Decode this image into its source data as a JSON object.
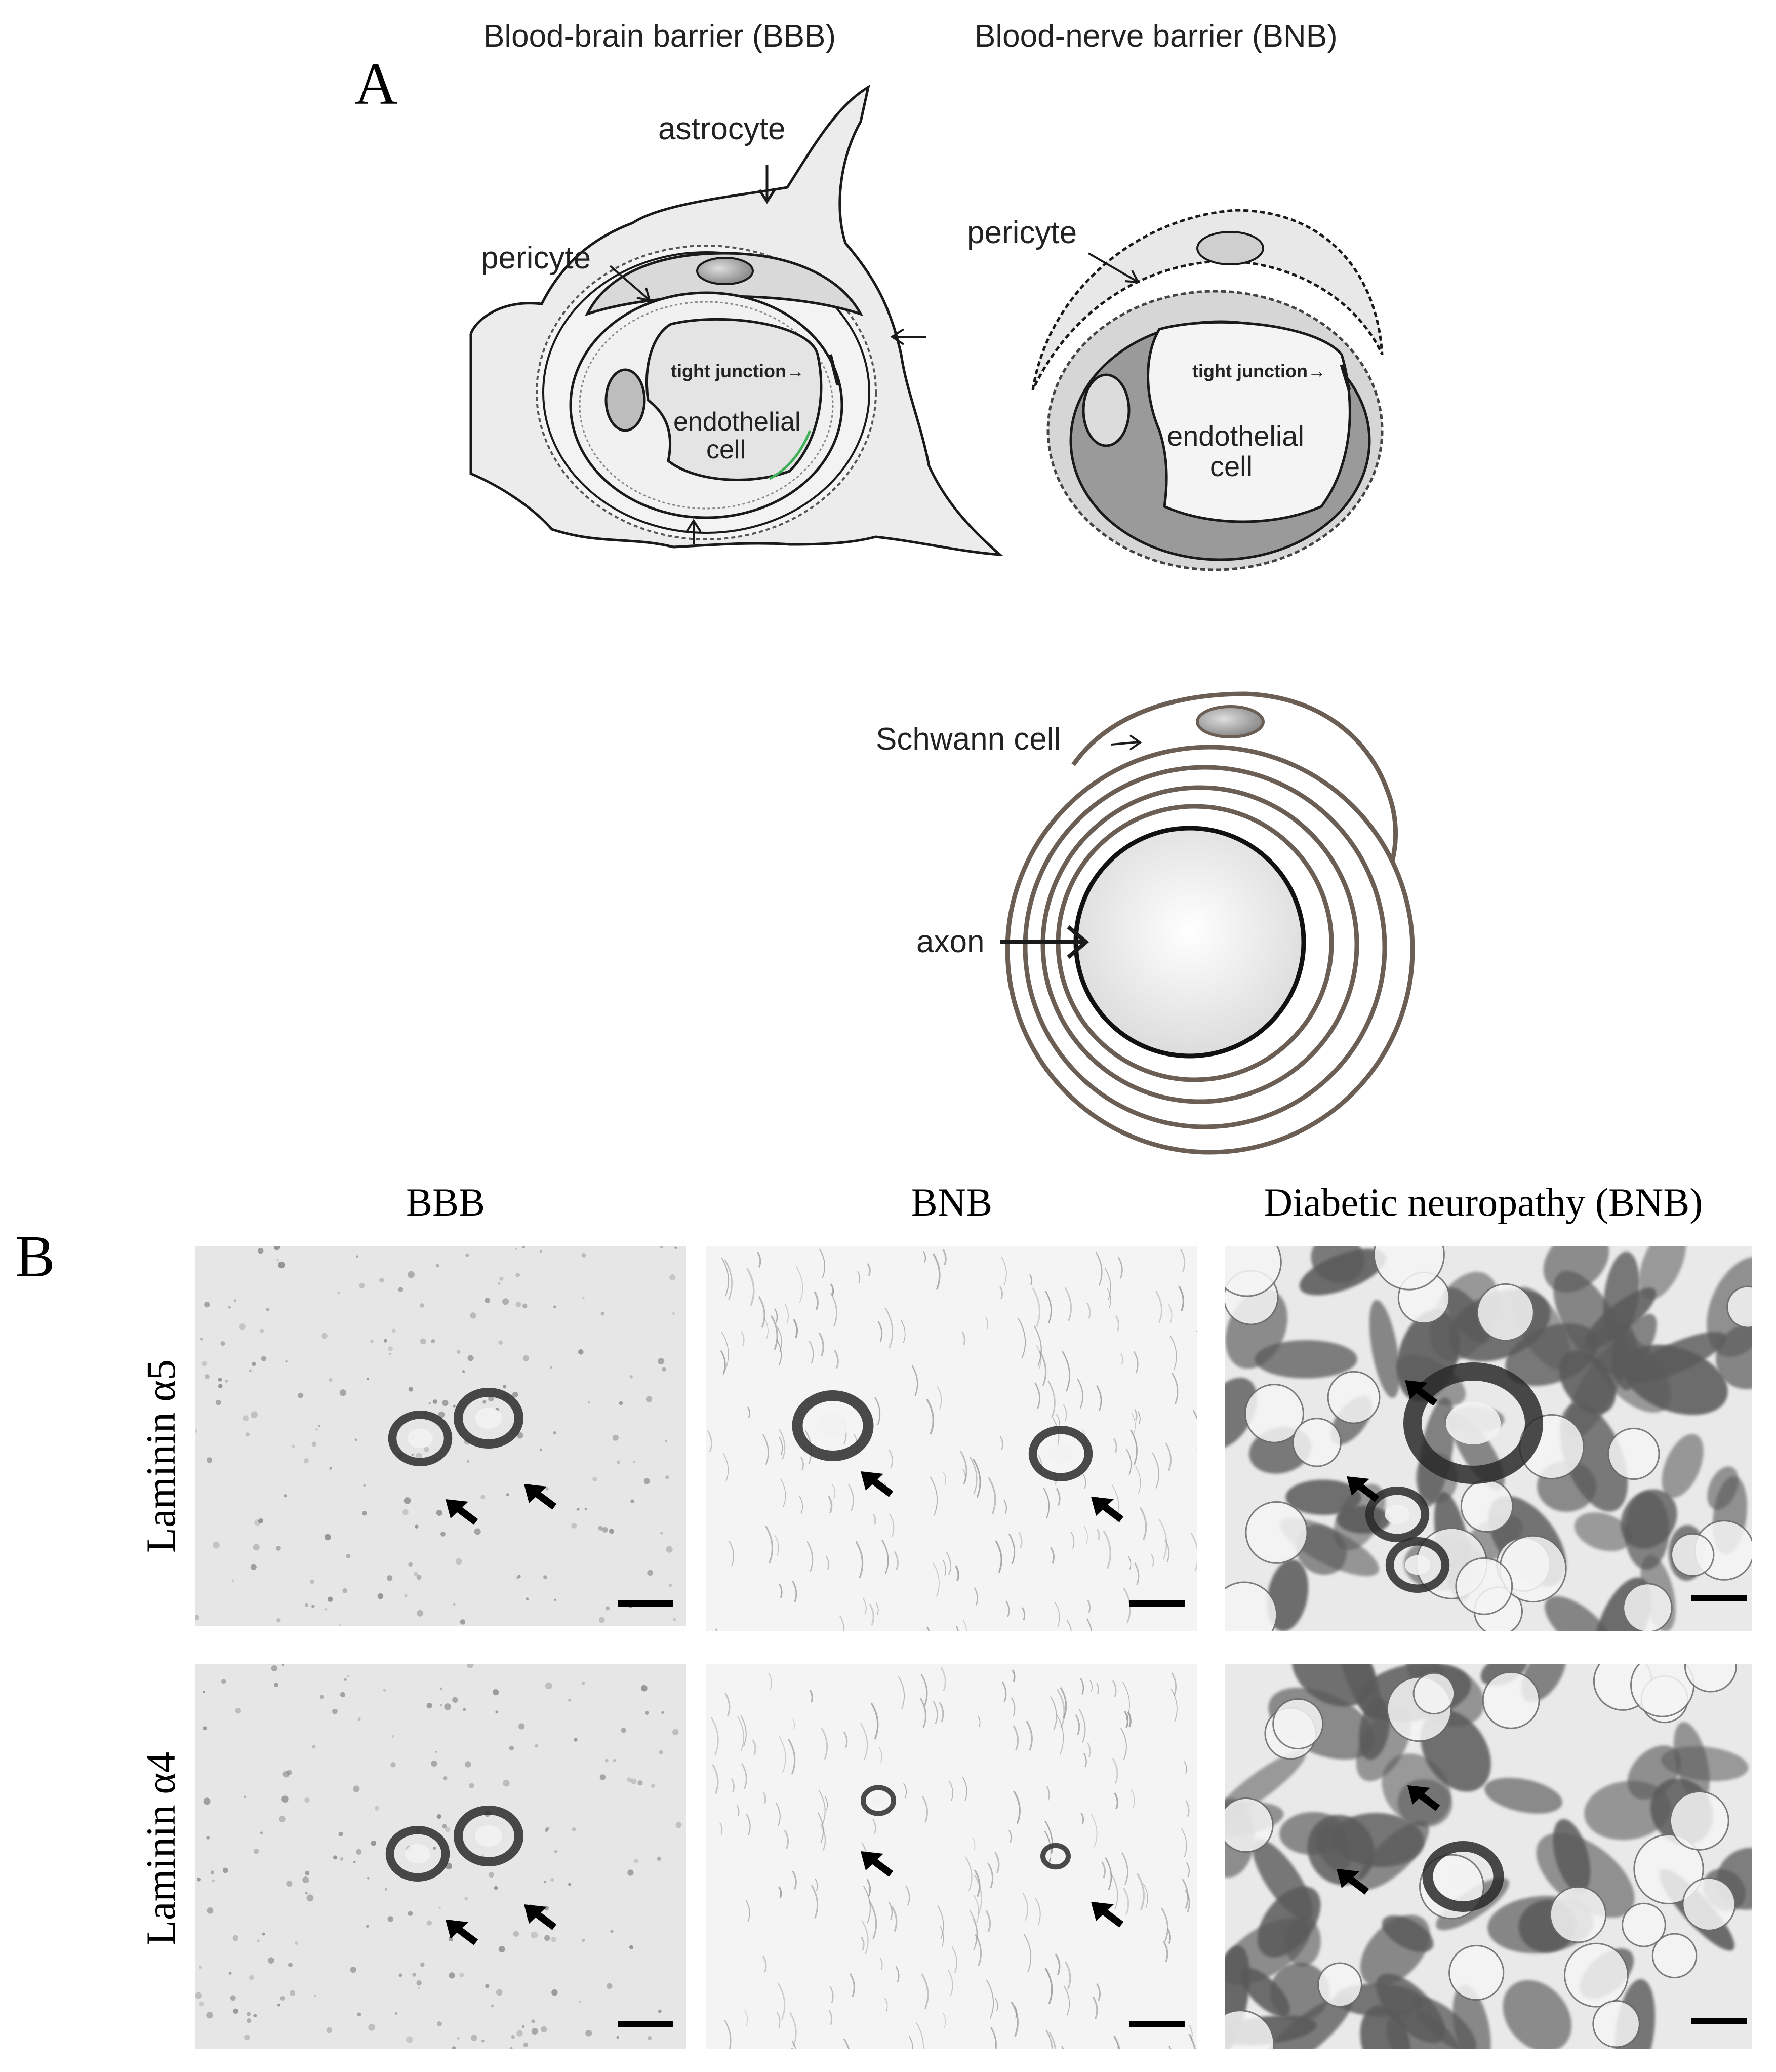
{
  "panel_a": {
    "label": "A",
    "bbb_title": "Blood-brain barrier (BBB)",
    "bnb_title": "Blood-nerve barrier (BNB)",
    "bbb_labels": {
      "astrocyte": "astrocyte",
      "pericyte": "pericyte",
      "tight_junction": "tight junction→",
      "endothelial_line1": "endothelial",
      "endothelial_line2": "cell"
    },
    "bnb_labels": {
      "pericyte": "pericyte",
      "tight_junction": "tight junction→",
      "endothelial_line1": "endothelial",
      "endothelial_line2": "cell"
    },
    "nerve_labels": {
      "schwann": "Schwann cell",
      "axon": "axon"
    }
  },
  "panel_b": {
    "label": "B",
    "columns": [
      "BBB",
      "BNB",
      "Diabetic neuropathy (BNB)"
    ],
    "rows": [
      "Laminin α5",
      "Laminin α4"
    ]
  },
  "colors": {
    "cell_fill": "#ececec",
    "endothelium_fill": "#9a9a9a",
    "myelin": "#6b5e55",
    "outline": "#1a1a1a",
    "micrograph_bg_bbb": "#e6e6e6",
    "micrograph_bg_bnb": "#f4f4f4",
    "micrograph_bg_dn": "#e9e9e9"
  }
}
